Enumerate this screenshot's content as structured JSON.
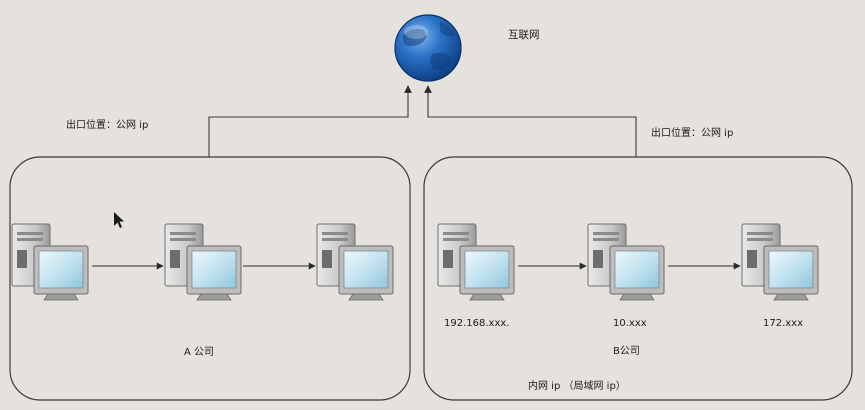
{
  "diagram": {
    "internet_label": "互联网",
    "company_a": {
      "exit_label": "出口位置：公网 ip",
      "name": "A 公司"
    },
    "company_b": {
      "exit_label": "出口位置：公网 ip",
      "name": "B公司",
      "host_ips": [
        "192.168.xxx.",
        "10.xxx",
        "172.xxx"
      ],
      "intranet_label": "内网 ip （局域网 ip）"
    }
  },
  "colors": {
    "background": "#e5e2dd",
    "line": "#3a3a3a",
    "globe": "#1e63b8"
  },
  "icons": [
    "globe-icon",
    "computer-icon",
    "mouse-cursor-icon"
  ]
}
